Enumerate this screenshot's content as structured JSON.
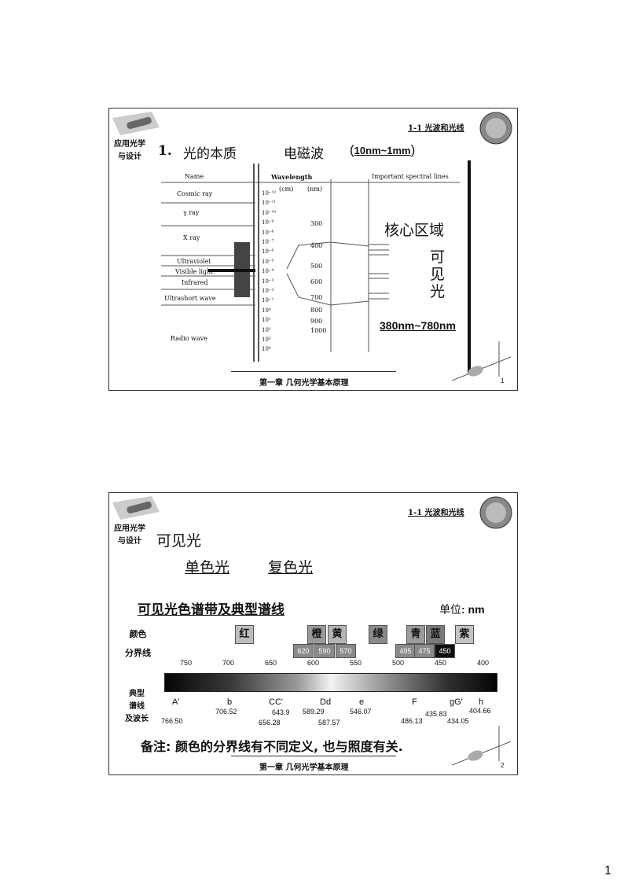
{
  "common": {
    "side_label_line1": "应用光学",
    "side_label_line2": "与设计",
    "header": "1-1 光波和光线",
    "footer": "第一章 几何光学基本原理"
  },
  "slide1": {
    "page": "1",
    "title_num": "1.",
    "title_text": "光的本质",
    "title_em": "电磁波",
    "title_range": "10nm~1mm",
    "col_name": "Name",
    "col_wavelength": "Wavelength",
    "col_cm": "(cm)",
    "col_nm": "(nm)",
    "col_lines": "Important spectral lines",
    "bands": [
      "Cosmic ray",
      "γ ray",
      "X ray",
      "Ultraviolet",
      "Visible light",
      "Infrared",
      "Ultrashort wave",
      "Radio wave"
    ],
    "cm_ticks": [
      "10⁻¹²",
      "10⁻¹¹",
      "10⁻¹⁰",
      "10⁻⁹",
      "10⁻⁸",
      "10⁻⁷",
      "10⁻⁶",
      "10⁻⁵",
      "10⁻⁴",
      "10⁻³",
      "10⁻²",
      "10⁻¹",
      "10⁰",
      "10¹",
      "10²",
      "10³",
      "10⁴"
    ],
    "nm_ticks": [
      "300",
      "400",
      "500",
      "600",
      "700",
      "800",
      "900",
      "1000"
    ],
    "core_region": "核心区域",
    "visible_vertical": [
      "可",
      "见",
      "光"
    ],
    "visible_range": "380nm~780nm"
  },
  "slide2": {
    "page": "2",
    "heading": "可见光",
    "mono": "单色光",
    "poly": "复色光",
    "band_title": "可见光色谱带及典型谱线",
    "unit_label": "单位",
    "unit_value": ": nm",
    "row_color_1": "颜色",
    "row_color_2": "分界线",
    "row_lines_1": "典型",
    "row_lines_2": "谱线",
    "row_lines_3": "及波长",
    "colors": [
      {
        "name": "红",
        "shade": "#bdbdbd"
      },
      {
        "name": "橙",
        "shade": "#9a9a9a"
      },
      {
        "name": "黄",
        "shade": "#b5b5b5"
      },
      {
        "name": "绿",
        "shade": "#8a8a8a"
      },
      {
        "name": "青",
        "shade": "#9c9c9c"
      },
      {
        "name": "蓝",
        "shade": "#7a7a7a"
      },
      {
        "name": "紫",
        "shade": "#c4c4c4"
      }
    ],
    "boundaries": [
      "620",
      "590",
      "570",
      "495",
      "475",
      "450"
    ],
    "scale": [
      "750",
      "700",
      "650",
      "600",
      "550",
      "500",
      "450",
      "400"
    ],
    "line_names": [
      "A'",
      "b",
      "CC'",
      "Dd",
      "e",
      "F",
      "gG'",
      "h"
    ],
    "line_values": [
      "766.50",
      "706.52",
      "643.9",
      "656.28",
      "589.29",
      "587.57",
      "546.07",
      "486.13",
      "435.83",
      "434.05",
      "404.66"
    ],
    "note_label": "备注",
    "note_text": ": 颜色的分界线有不同定义, 也与照度有关."
  }
}
